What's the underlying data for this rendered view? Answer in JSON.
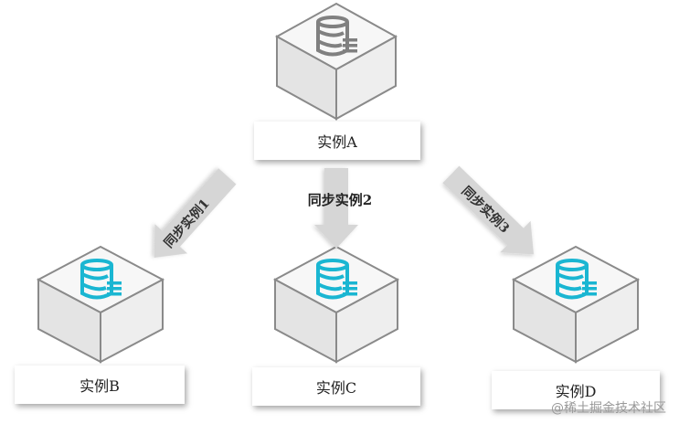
{
  "nodes": [
    {
      "id": "A",
      "label": "实例A",
      "icon": "database-icon",
      "icon_color": "#808080"
    },
    {
      "id": "B",
      "label": "实例B",
      "icon": "database-icon",
      "icon_color": "#1ab6d2"
    },
    {
      "id": "C",
      "label": "实例C",
      "icon": "database-icon",
      "icon_color": "#1ab6d2"
    },
    {
      "id": "D",
      "label": "实例D",
      "icon": "database-icon",
      "icon_color": "#1ab6d2"
    }
  ],
  "edges": [
    {
      "from": "A",
      "to": "B",
      "label": "同步实例1"
    },
    {
      "from": "A",
      "to": "C",
      "label": "同步实例2"
    },
    {
      "from": "A",
      "to": "D",
      "label": "同步实例3"
    }
  ],
  "colors": {
    "cube_top": "#f7f7f7",
    "cube_side": "#e4e4e4",
    "cube_edge": "#8a8a8a",
    "arrow": "#d6d6d6"
  },
  "watermark": "@稀土掘金技术社区"
}
